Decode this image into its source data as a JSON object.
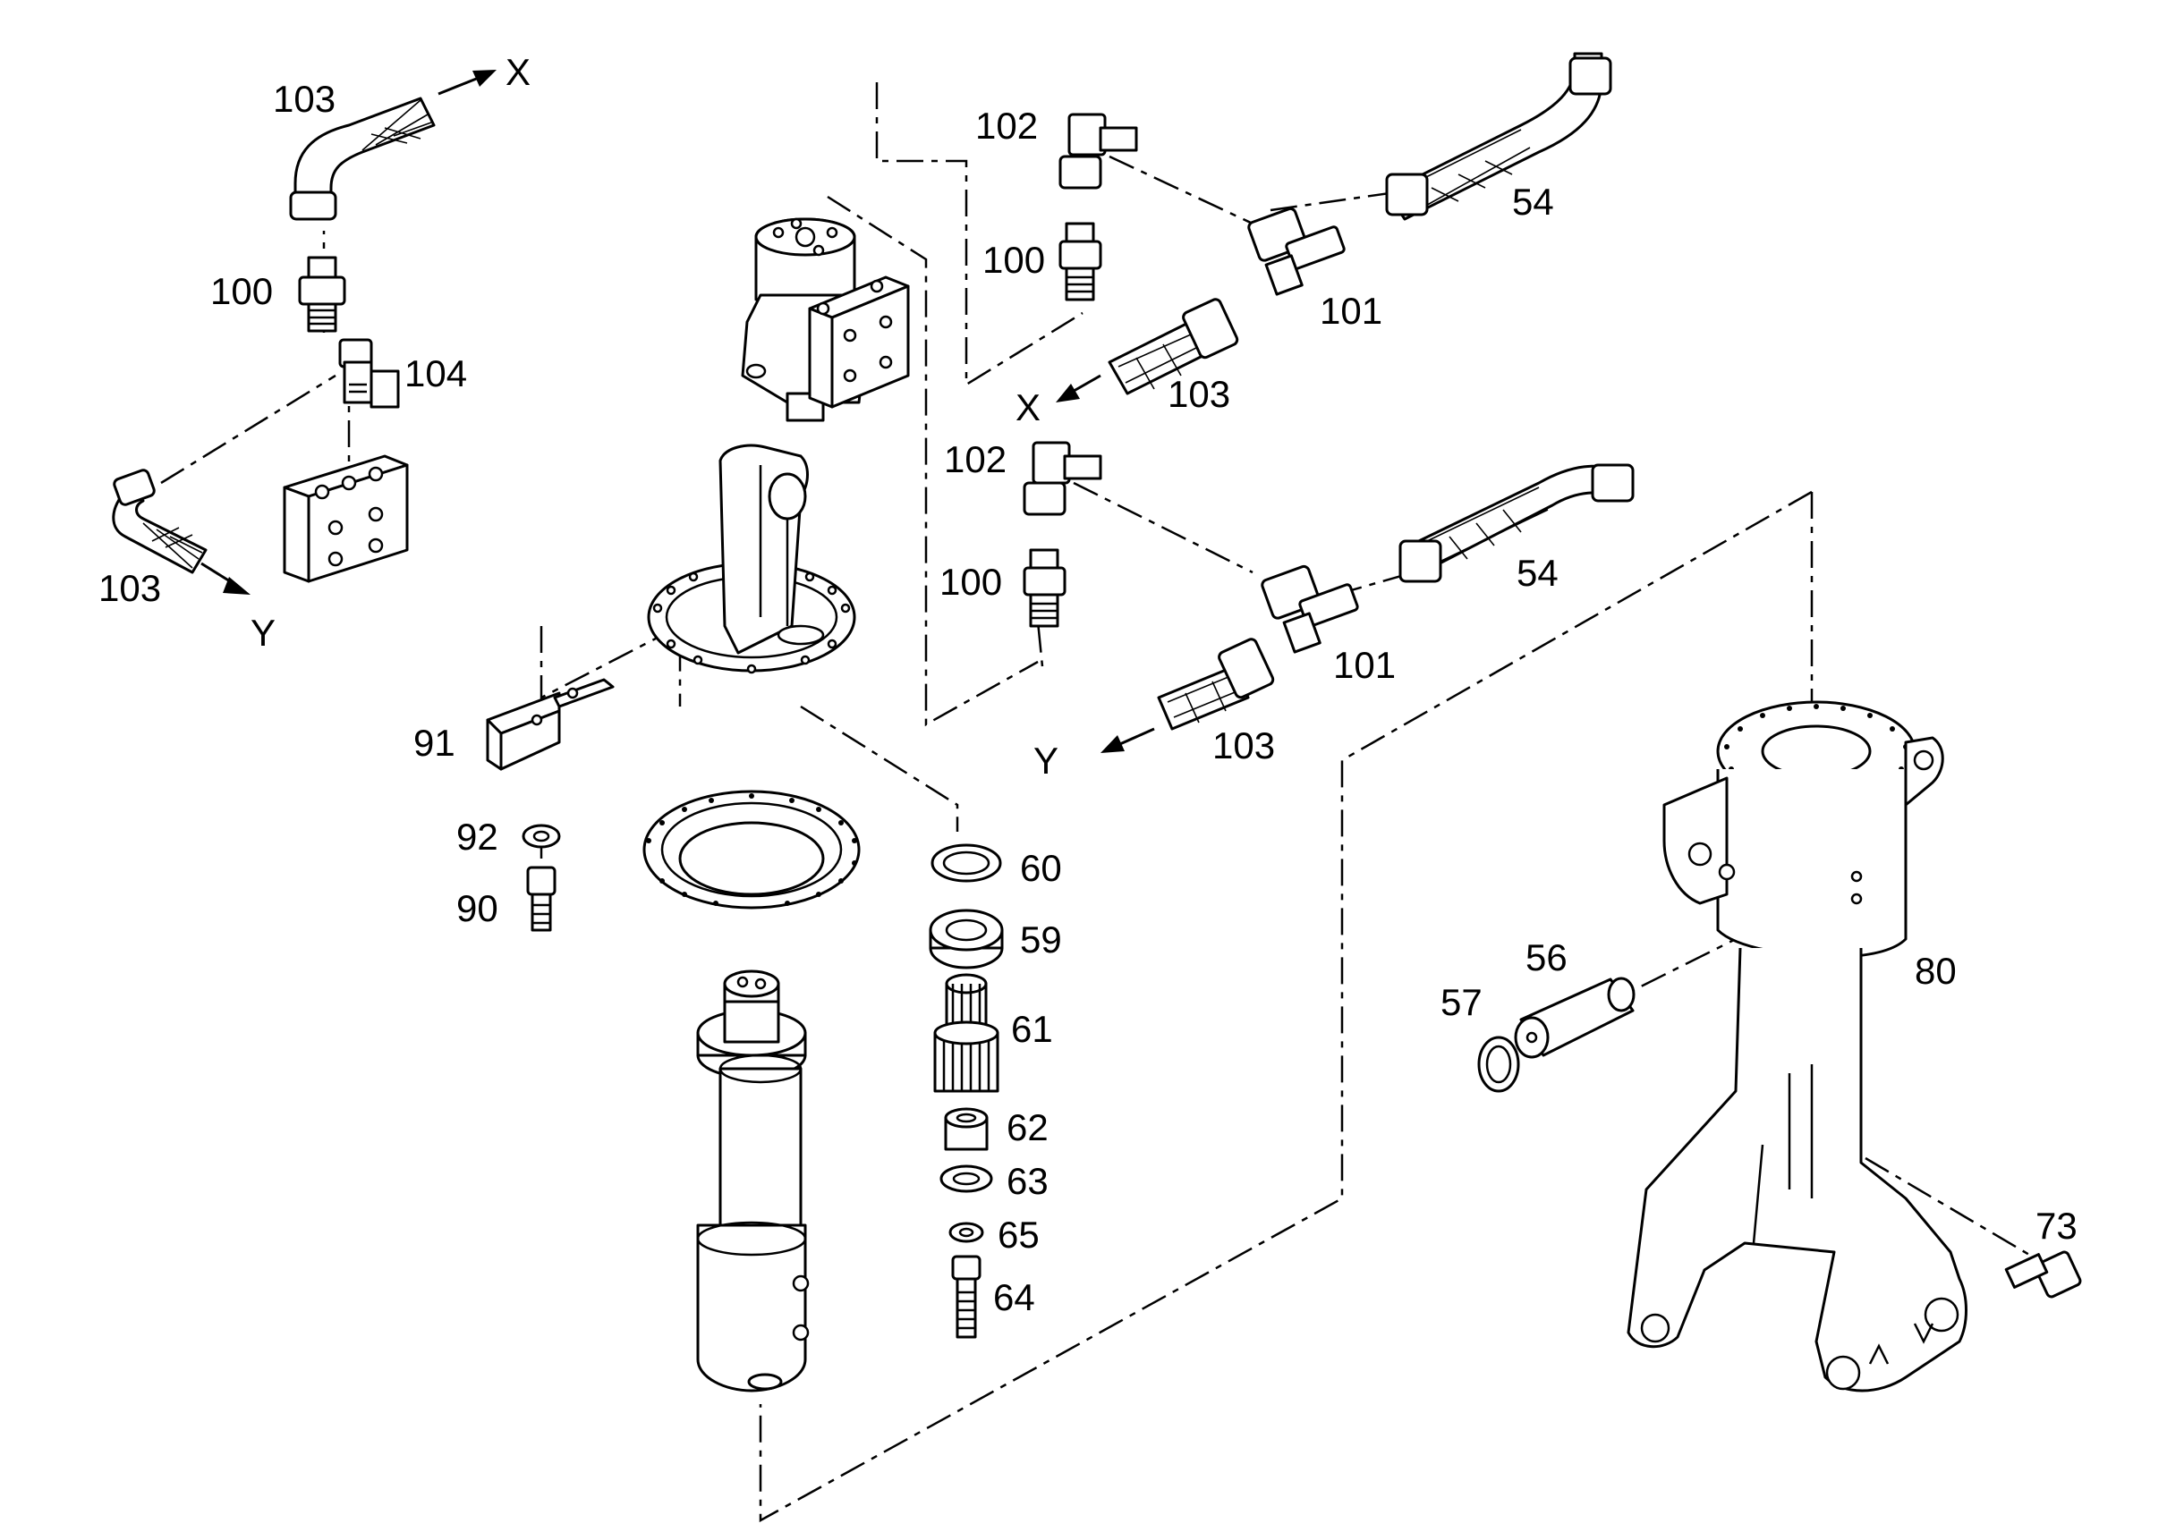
{
  "labels": {
    "l103_a": "103",
    "x_a": "X",
    "l100_a": "100",
    "l104": "104",
    "l103_b": "103",
    "y_a": "Y",
    "l102_a": "102",
    "l100_b": "100",
    "l54_a": "54",
    "l101_a": "101",
    "x_b": "X",
    "l103_c": "103",
    "l102_b": "102",
    "l100_c": "100",
    "l54_b": "54",
    "l101_b": "101",
    "y_b": "Y",
    "l103_d": "103",
    "l91": "91",
    "l92": "92",
    "l90": "90",
    "l60": "60",
    "l59": "59",
    "l61": "61",
    "l62": "62",
    "l63": "63",
    "l65": "65",
    "l64": "64",
    "l56": "56",
    "l57": "57",
    "l80": "80",
    "l73": "73"
  },
  "colors": {
    "line": "#000000",
    "background": "#ffffff"
  }
}
